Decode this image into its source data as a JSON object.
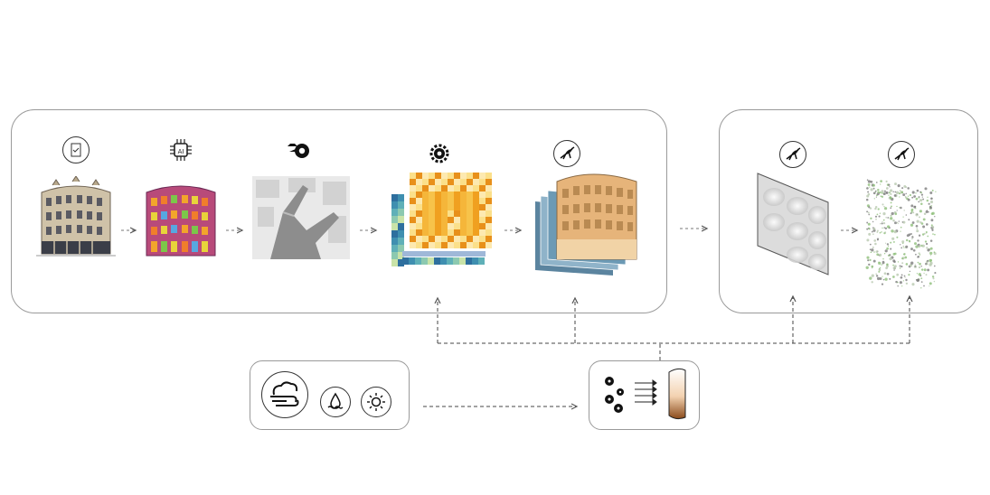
{
  "diagram": {
    "pipeline_stages": [
      {
        "id": "facade-photo",
        "icon": "scan-icon"
      },
      {
        "id": "ai-segmentation",
        "icon": "ai-chip-icon"
      },
      {
        "id": "environment-model",
        "icon": "blender-icon"
      },
      {
        "id": "simulation-analysis",
        "icon": "gear-icon"
      },
      {
        "id": "mapped-facade",
        "icon": "grasshopper-icon"
      }
    ],
    "design_stages": [
      {
        "id": "panel-surface",
        "icon": "grasshopper-icon"
      },
      {
        "id": "bio-receptive-panel",
        "icon": "grasshopper-icon"
      }
    ],
    "inputs": {
      "climate_icons": [
        "wind-cloud-icon",
        "water-drop-icon",
        "sun-icon"
      ],
      "material_icons": [
        "cells-icon",
        "flow-arrows-icon",
        "material-sample-icon"
      ]
    },
    "colors": {
      "panel_border": "#9a9a9a",
      "arrow": "#555555",
      "heat_hot": "#f0a020",
      "heat_cool": "#2e6f9e"
    }
  }
}
